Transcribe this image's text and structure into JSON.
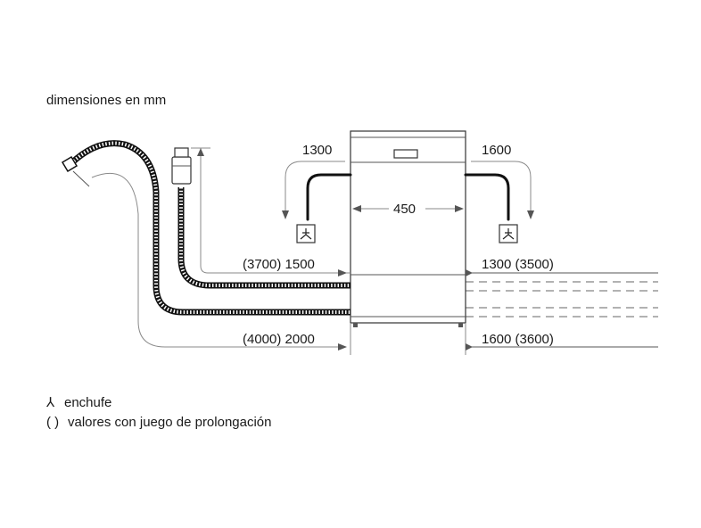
{
  "labels": {
    "heading": "dimensiones en mm",
    "left_top": "1300",
    "right_top": "1600",
    "width": "450",
    "left_upper_hose": "(3700) 1500",
    "right_upper_hose": "1300 (3500)",
    "left_lower_hose": "(4000) 2000",
    "right_lower_hose": "1600 (3600)"
  },
  "legend": {
    "socket_symbol": "⅄",
    "socket_text": "enchufe",
    "paren_symbol": "( )",
    "paren_text": "valores con juego de prolongación"
  },
  "icons": [
    "socket-icon",
    "drain-hose-icon",
    "inlet-hose-icon",
    "dishwasher-icon"
  ]
}
